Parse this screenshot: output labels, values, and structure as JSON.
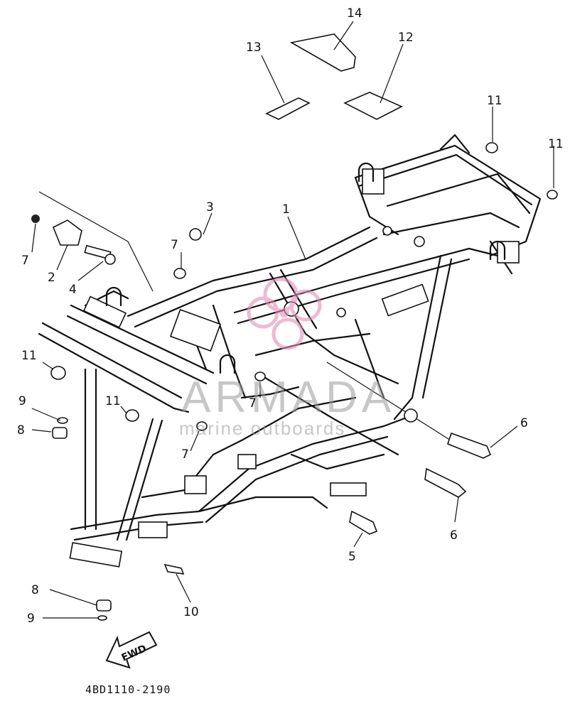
{
  "diagram": {
    "part_code": "4BD1110-2190",
    "fwd_label": "FWD",
    "watermark": {
      "brand": "ARMADA",
      "tagline": "marine outboards"
    },
    "callouts": [
      {
        "id": "c14",
        "label": "14"
      },
      {
        "id": "c13",
        "label": "13"
      },
      {
        "id": "c12",
        "label": "12"
      },
      {
        "id": "c11a",
        "label": "11"
      },
      {
        "id": "c11b",
        "label": "11"
      },
      {
        "id": "c3",
        "label": "3"
      },
      {
        "id": "c1",
        "label": "1"
      },
      {
        "id": "c7a",
        "label": "7"
      },
      {
        "id": "c7b",
        "label": "7"
      },
      {
        "id": "c2",
        "label": "2"
      },
      {
        "id": "c4",
        "label": "4"
      },
      {
        "id": "c11c",
        "label": "11"
      },
      {
        "id": "c9a",
        "label": "9"
      },
      {
        "id": "c8a",
        "label": "8"
      },
      {
        "id": "c11d",
        "label": "11"
      },
      {
        "id": "c7c",
        "label": "7"
      },
      {
        "id": "c7d",
        "label": "7"
      },
      {
        "id": "c6a",
        "label": "6"
      },
      {
        "id": "c6b",
        "label": "6"
      },
      {
        "id": "c5",
        "label": "5"
      },
      {
        "id": "c10",
        "label": "10"
      },
      {
        "id": "c8b",
        "label": "8"
      },
      {
        "id": "c9b",
        "label": "9"
      }
    ]
  }
}
